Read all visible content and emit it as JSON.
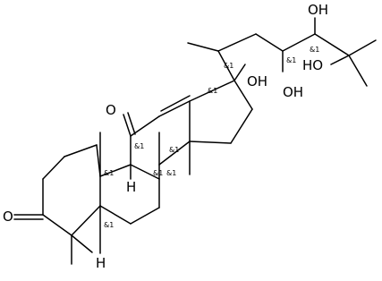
{
  "molecule": {
    "atom_labels": {
      "oh_c17": "OH",
      "oh_c23": "OH",
      "oh_c24": "OH",
      "ho_c25": "HO",
      "ketone_c3": "O",
      "ketone_c11": "O",
      "h_c9": "H",
      "h_c5": "H"
    },
    "stereo_labels": {
      "c20": "&1",
      "c23": "&1",
      "c24": "&1",
      "c17": "&1",
      "c9": "&1",
      "c8": "&1",
      "c13": "&1",
      "c10": "&1",
      "c14": "&1",
      "c5": "&1"
    }
  }
}
